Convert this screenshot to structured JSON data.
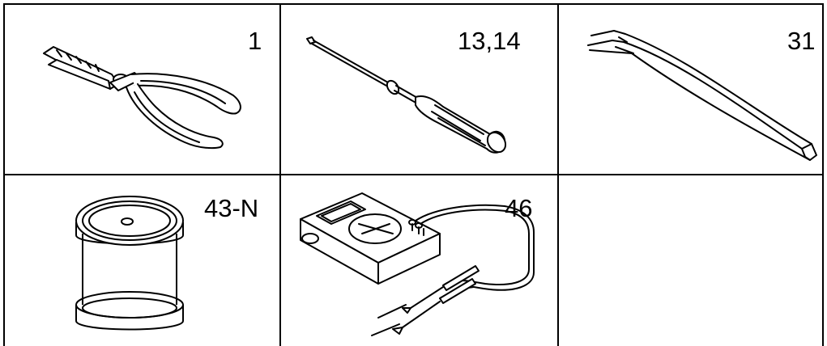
{
  "tools": [
    {
      "label": "1",
      "icon": "pliers-icon"
    },
    {
      "label": "13,14",
      "icon": "screwdriver-icon"
    },
    {
      "label": "31",
      "icon": "tweezers-icon"
    },
    {
      "label": "43-N",
      "icon": "thread-spool-icon"
    },
    {
      "label": "46",
      "icon": "multimeter-icon"
    },
    {
      "label": "",
      "icon": ""
    }
  ]
}
